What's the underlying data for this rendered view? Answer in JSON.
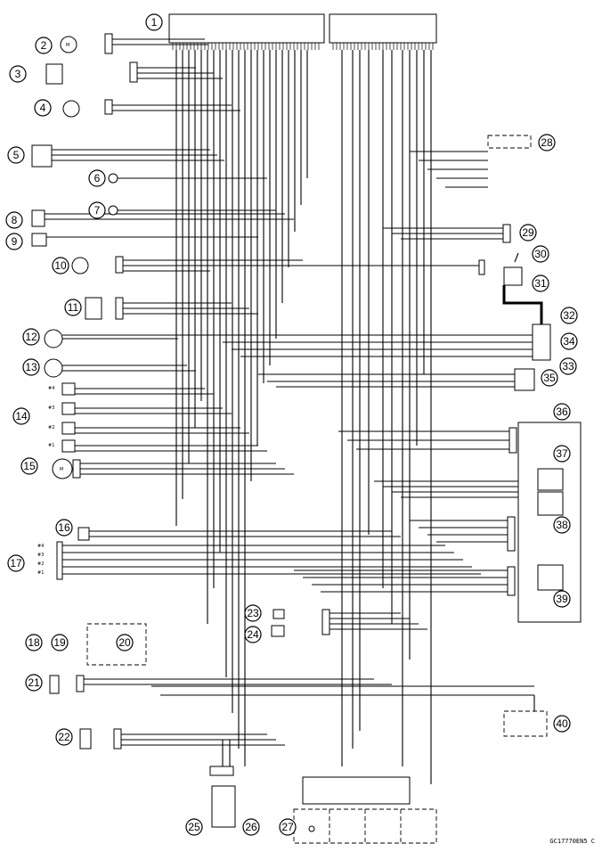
{
  "callouts": [
    "1",
    "2",
    "3",
    "4",
    "5",
    "6",
    "7",
    "8",
    "9",
    "10",
    "11",
    "12",
    "13",
    "14",
    "15",
    "16",
    "17",
    "18",
    "19",
    "20",
    "21",
    "22",
    "23",
    "24",
    "25",
    "26",
    "27",
    "28",
    "29",
    "30",
    "31",
    "32",
    "33",
    "34",
    "35",
    "36",
    "37",
    "38",
    "39",
    "40"
  ],
  "cylinder_labels": [
    "#4",
    "#3",
    "#2",
    "#1"
  ],
  "figure_code": "GC17770EN5 C"
}
